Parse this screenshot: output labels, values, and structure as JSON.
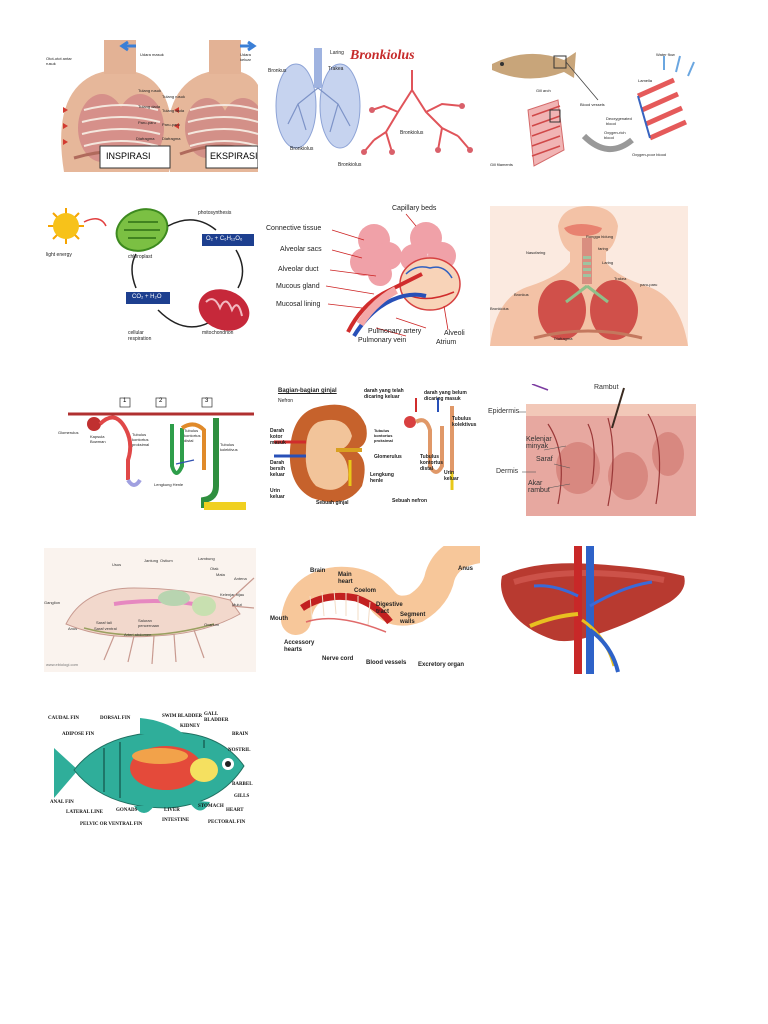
{
  "panel_respiration": {
    "inspirasi": "INSPIRASI",
    "ekspirasi": "EKSPIRASI",
    "labels_left": [
      "Otot-otot antar rusuk",
      "Tulang rusuk",
      "Tulang dada",
      "Paru-paru",
      "Diafragma"
    ],
    "labels_right": [
      "Udara keluar",
      "Tulang rusuk",
      "Tulang dada",
      "Paru-paru",
      "Diafragma"
    ],
    "udara_masuk": "Udara masuk"
  },
  "panel_bronkiolus": {
    "title": "Bronkiolus",
    "labels": [
      "Laring",
      "Trakea",
      "Bronkus",
      "Bronkiolus",
      "Bronkiolus",
      "Bronkiolus"
    ]
  },
  "panel_fish_gills": {
    "labels": [
      "Water flow",
      "Lamella",
      "Gill arch",
      "Blood vessels",
      "Deoxygenated blood",
      "Oxygen-rich blood",
      "Oxygen-poor blood",
      "Gill filaments"
    ]
  },
  "panel_cell_energy": {
    "photosynthesis": "photosynthesis",
    "light_energy": "light energy",
    "chloroplast": "chloroplast",
    "formula_top": "O₂ + C₆H₁₂O₆",
    "formula_bottom": "CO₂ + H₂O",
    "cellular_respiration": "cellular respiration",
    "mitochondrion": "mitochondrion"
  },
  "panel_alveoli": {
    "labels": [
      "Capillary beds",
      "Connective tissue",
      "Alveolar sacs",
      "Alveolar duct",
      "Mucous gland",
      "Mucosal lining",
      "Pulmonary artery",
      "Pulmonary vein",
      "Alveoli",
      "Atrium"
    ]
  },
  "panel_respiratory_system": {
    "labels": [
      "Rongga hidung",
      "faring",
      "Nasofaring",
      "Laring",
      "Trakea",
      "Bronkus",
      "Bronkiolus",
      "paru-paru",
      "Diafragma"
    ]
  },
  "panel_nephron": {
    "labels": [
      "Glomerulus",
      "Kapsula Bowman",
      "Tubulus kontortus proksimal",
      "Lengkung Henle",
      "Tubulus kontortus distal",
      "Tubulus kolektivus"
    ],
    "steps": [
      "1",
      "2",
      "3"
    ]
  },
  "panel_kidney": {
    "title": "Bagian-bagian ginjal",
    "labels": [
      "Nefron",
      "darah yang telah dicaring keluar",
      "darah yang belum dicaring masuk",
      "Tubulus kolektivus",
      "Darah kotor masuk",
      "Darah bersih keluar",
      "Tubulus kontortus proksimal",
      "Glomerulus",
      "Tubulus kontortus distal",
      "Lengkung henle",
      "Urin keluar",
      "Urin keluar",
      "Sebuah ginjal",
      "Sebuah nefron"
    ]
  },
  "panel_skin": {
    "labels": [
      "Rambut",
      "Epidermis",
      "Kelenjar minyak",
      "Saraf",
      "Dermis",
      "Akar rambut"
    ]
  },
  "panel_crayfish": {
    "labels": [
      "Usus",
      "Jantung",
      "Ostium",
      "Lambung",
      "Otak",
      "Mata",
      "Antena",
      "Ganglion",
      "Anus",
      "Saraf tali",
      "Saraf ventral",
      "Saluran pencernaan",
      "Arteri abdomen",
      "Kelenjar hijau",
      "Mulut",
      "Ovarium"
    ],
    "footer": "www.ebiologi.com"
  },
  "panel_earthworm": {
    "labels": [
      "Brain",
      "Main heart",
      "Coelom",
      "Anus",
      "Digestive tract",
      "Segment walls",
      "Mouth",
      "Accessory hearts",
      "Nerve cord",
      "Blood vessels",
      "Excretory organ"
    ]
  },
  "panel_liver": {},
  "panel_fish_anatomy": {
    "labels": [
      "CAUDAL FIN",
      "DORSAL FIN",
      "SWIM BLADDER",
      "GALL BLADDER",
      "ADIPOSE FIN",
      "KIDNEY",
      "BRAIN",
      "NOSTRIL",
      "BARBEL",
      "GILLS",
      "HEART",
      "ANAL FIN",
      "LATERAL LINE",
      "GONADS",
      "LIVER",
      "STOMACH",
      "PELVIC OR VENTRAL FIN",
      "INTESTINE",
      "PECTORAL FIN"
    ]
  }
}
